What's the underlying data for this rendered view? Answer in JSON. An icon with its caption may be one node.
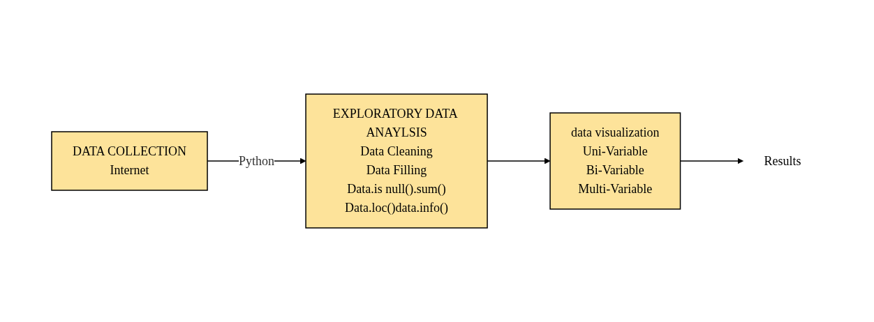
{
  "diagram": {
    "nodes": [
      {
        "text": [
          "DATA COLLECTION",
          "Internet"
        ]
      },
      {
        "text": [
          "EXPLORATORY DATA ANAYLSIS",
          "Data Cleaning",
          "Data Filling",
          "Data.is null().sum()",
          "Data.loc()data.info()"
        ]
      },
      {
        "text": [
          "data visualization",
          "Uni-Variable",
          "Bi-Variable",
          "Multi-Variable"
        ]
      },
      {
        "text": [
          "Results"
        ]
      }
    ],
    "edges": [
      {
        "from": 0,
        "to": 1,
        "arrow": "to",
        "label": "Python"
      },
      {
        "from": 1,
        "to": 2,
        "arrow": "to"
      },
      {
        "from": 2,
        "to": 3,
        "arrow": "to"
      }
    ]
  }
}
